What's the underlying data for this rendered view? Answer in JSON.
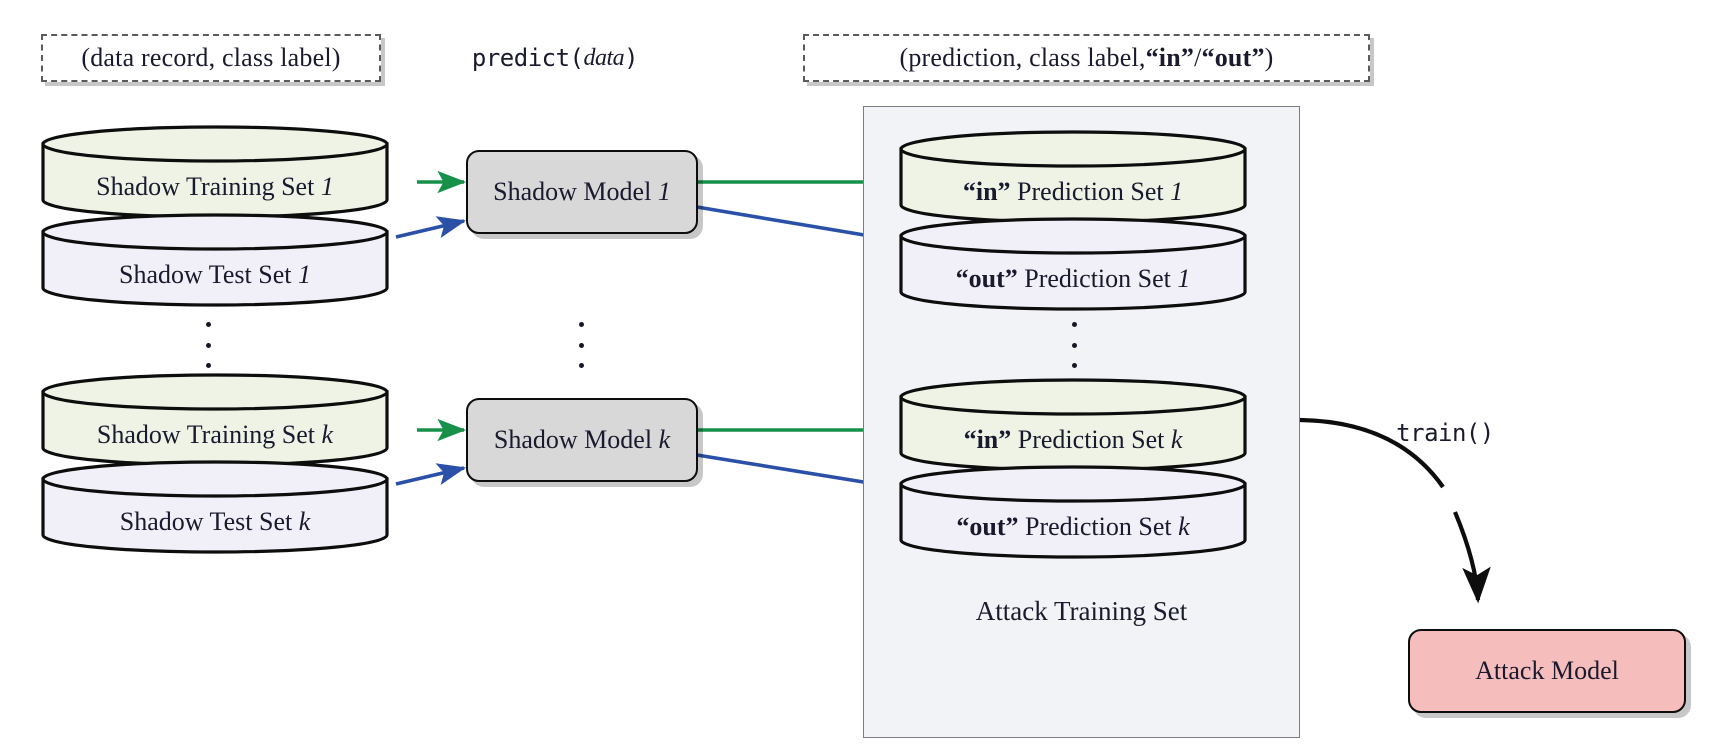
{
  "diagram": {
    "title": "Shadow model training for membership inference attack",
    "colors": {
      "green_arrow": "#17914a",
      "blue_arrow": "#2b50a8",
      "black_arrow": "#0d0d0d",
      "training_set_fill": "#eef3e6",
      "test_set_fill": "#f1f0f8",
      "model_fill": "#d8d8d8",
      "attack_model_fill": "#f6bdbd",
      "panel_fill": "#f2f3f6",
      "panel_border": "#7a7d85"
    }
  },
  "captions": [
    {
      "id": "data-record-caption",
      "text": "(data record, class label)",
      "boxed": true
    },
    {
      "id": "predict-caption",
      "prefix": "predict(",
      "italic": "data",
      "suffix": ")",
      "boxed": false
    },
    {
      "id": "prediction-caption",
      "boxed": true,
      "parts": [
        "(prediction, class label, ",
        "“in”",
        " / ",
        "“out”",
        ")"
      ]
    }
  ],
  "rows": [
    {
      "index": "1",
      "training_set": {
        "label": "Shadow Training Set 1",
        "base": "Shadow Training Set",
        "index": "1"
      },
      "test_set": {
        "label": "Shadow Test Set 1",
        "base": "Shadow Test Set",
        "index": "1"
      },
      "model": {
        "label": "Shadow Model 1",
        "base": "Shadow Model",
        "index": "1"
      },
      "in_prediction": {
        "quote": "“in”",
        "base": " Prediction Set",
        "index": "1"
      },
      "out_prediction": {
        "quote": "“out”",
        "base": " Prediction Set",
        "index": "1"
      }
    },
    {
      "index": "k",
      "training_set": {
        "label": "Shadow Training Set k",
        "base": "Shadow Training Set",
        "index": "k"
      },
      "test_set": {
        "label": "Shadow Test Set k",
        "base": "Shadow Test Set",
        "index": "k"
      },
      "model": {
        "label": "Shadow Model k",
        "base": "Shadow Model",
        "index": "k"
      },
      "in_prediction": {
        "quote": "“in”",
        "base": " Prediction Set",
        "index": "k"
      },
      "out_prediction": {
        "quote": "“out”",
        "base": " Prediction Set",
        "index": "k"
      }
    }
  ],
  "panel": {
    "label": "Attack Training Set"
  },
  "train_edge": {
    "label": "train()"
  },
  "attack_model": {
    "label": "Attack Model"
  },
  "ellipsis": {
    "glyph": "⋮",
    "dot_count": 3
  }
}
